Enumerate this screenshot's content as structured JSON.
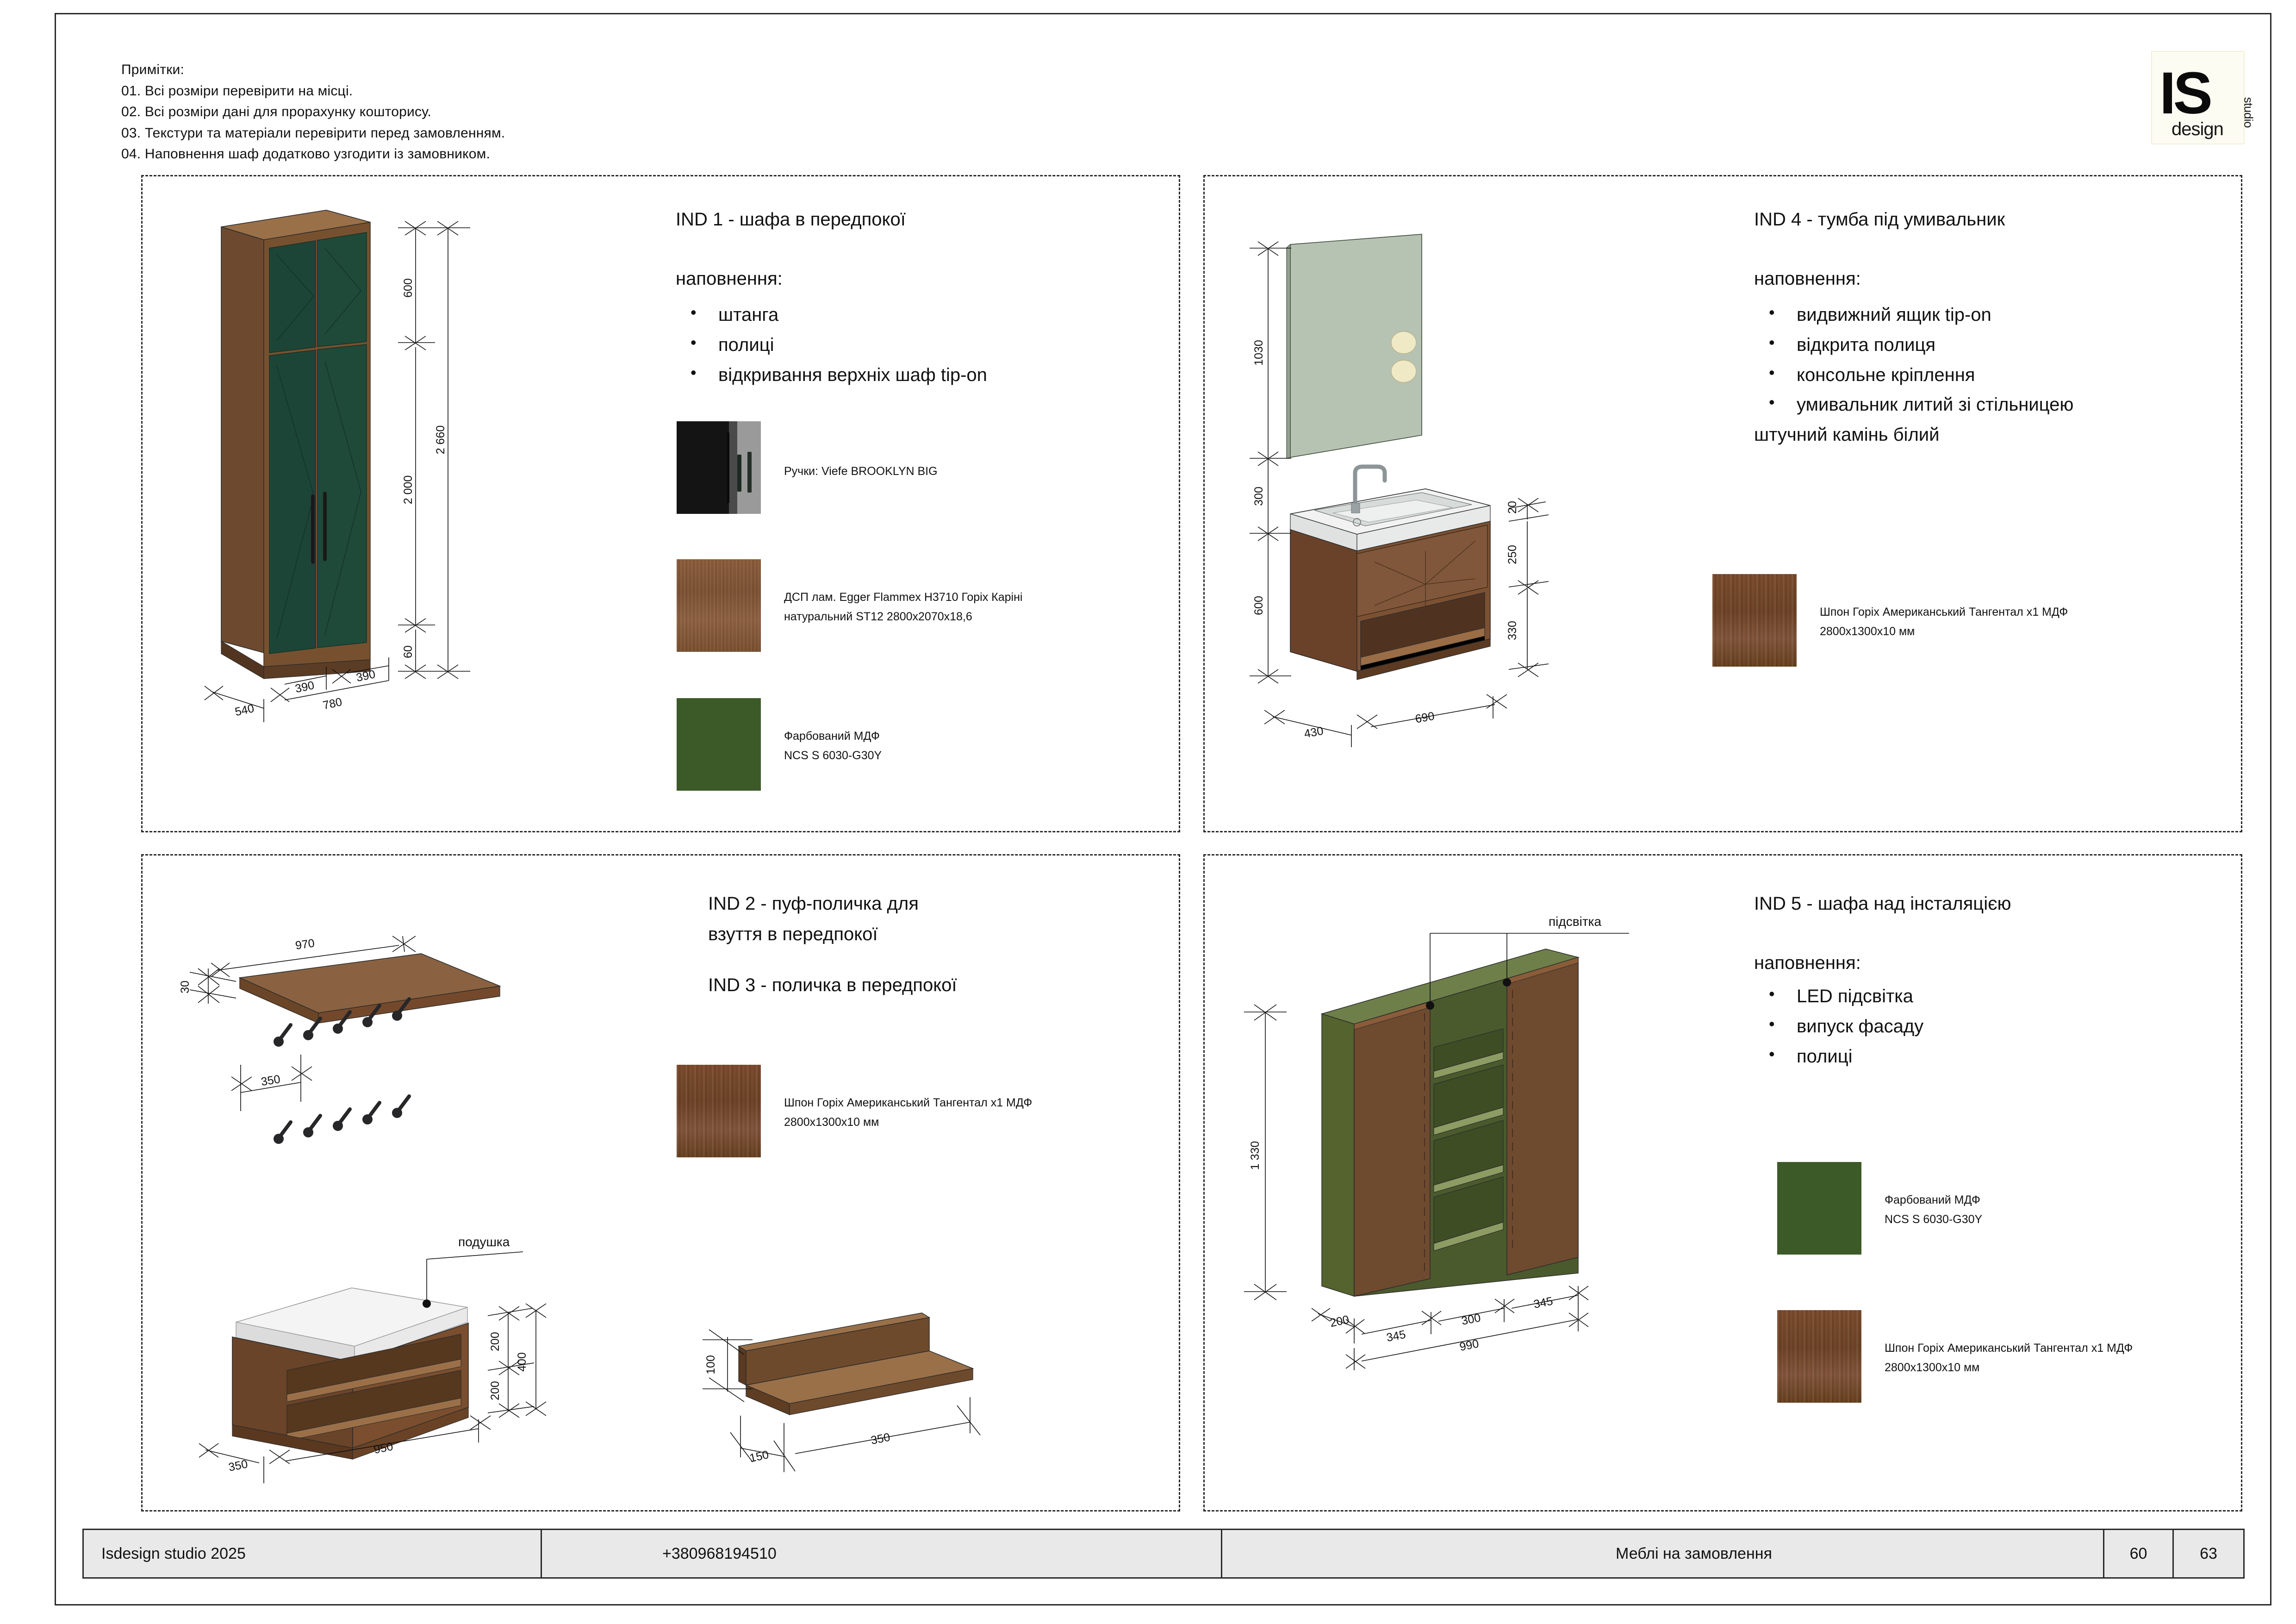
{
  "notes": {
    "title": "Примітки:",
    "lines": [
      "01. Всі розміри перевірити на місці.",
      "02. Всі розміри дані для прорахунку кошторису.",
      "03. Текстури та матеріали перевірити перед замовленням.",
      "04. Наповнення шаф додатково узгодити із замовником."
    ]
  },
  "logo": {
    "mark": "IS",
    "word": "design",
    "sub": "studio"
  },
  "panels": {
    "ind1": {
      "title": "IND 1 - шафа в передпокої",
      "fill_heading": "наповнення:",
      "items": [
        "штанга",
        "полиці",
        "відкривання верхніх шаф tip-on"
      ],
      "swatches": [
        {
          "name": "handle-photo",
          "caption1": "Ручки: Viefe BROOKLYN BIG",
          "caption2": ""
        },
        {
          "name": "chipboard",
          "caption1": "ДСП лам. Egger Flammex H3710 Горіх Каріні",
          "caption2": "натуральний ST12 2800x2070x18,6"
        },
        {
          "name": "painted-mdf",
          "caption1": "Фарбований МДФ",
          "caption2": "NCS S 6030-G30Y"
        }
      ],
      "dims": {
        "d600": "600",
        "d2660": "2 660",
        "d2000": "2 000",
        "d60": "60",
        "d540": "540",
        "d390a": "390",
        "d780": "780",
        "d390b": "390"
      }
    },
    "ind4": {
      "title": "IND 4 - тумба під умивальник",
      "fill_heading": "наповнення:",
      "items": [
        "видвижний ящик tip-on",
        "відкрита полиця",
        "консольне кріплення",
        "умивальник литий зі стільницею"
      ],
      "tail": "штучний камінь білий",
      "swatches": [
        {
          "name": "veneer",
          "caption1": "Шпон Горіх Американський Тангентал х1 МДФ",
          "caption2": "2800x1300x10 мм"
        }
      ],
      "dims": {
        "d1030": "1030",
        "d300": "300",
        "d600": "600",
        "d430": "430",
        "d690": "690",
        "d20": "20",
        "d250": "250",
        "d330": "330"
      }
    },
    "ind23": {
      "title1": "IND 2 - пуф-поличка для",
      "title1b": "взуття в передпокої",
      "title2": "IND 3 - поличка в передпокої",
      "swatches": [
        {
          "name": "veneer",
          "caption1": "Шпон Горіх Американський Тангентал х1 МДФ",
          "caption2": "2800x1300x10 мм"
        }
      ],
      "labels": {
        "cushion": "подушка"
      },
      "dims": {
        "shelf_w": "970",
        "shelf_t": "30",
        "shelf_d": "350",
        "bench_200a": "200",
        "bench_200b": "200",
        "bench_400": "400",
        "bench_w": "950",
        "bench_d": "350",
        "s3_h": "100",
        "s3_150": "150",
        "s3_350": "350"
      }
    },
    "ind5": {
      "title": "IND 5 - шафа над інсталяцією",
      "fill_heading": "наповнення:",
      "items": [
        "LED підсвітка",
        "випуск фасаду",
        "полиці"
      ],
      "labels": {
        "light": "підсвітка"
      },
      "swatches": [
        {
          "name": "painted-mdf",
          "caption1": "Фарбований МДФ",
          "caption2": "NCS S 6030-G30Y"
        },
        {
          "name": "veneer",
          "caption1": "Шпон Горіх Американський Тангентал х1 МДФ",
          "caption2": "2800x1300x10 мм"
        }
      ],
      "dims": {
        "d1330": "1 330",
        "d200": "200",
        "d345a": "345",
        "d300": "300",
        "d345b": "345",
        "d990": "990"
      }
    }
  },
  "footer": {
    "studio": "Isdesign studio 2025",
    "phone": "+380968194510",
    "subject": "Меблі на замовлення",
    "sheet": "60",
    "total": "63"
  },
  "colors": {
    "green_mdf": "#3c5a28",
    "walnut": "#7a4a2c",
    "door_green": "#1f4a3a",
    "ink": "#111111"
  }
}
